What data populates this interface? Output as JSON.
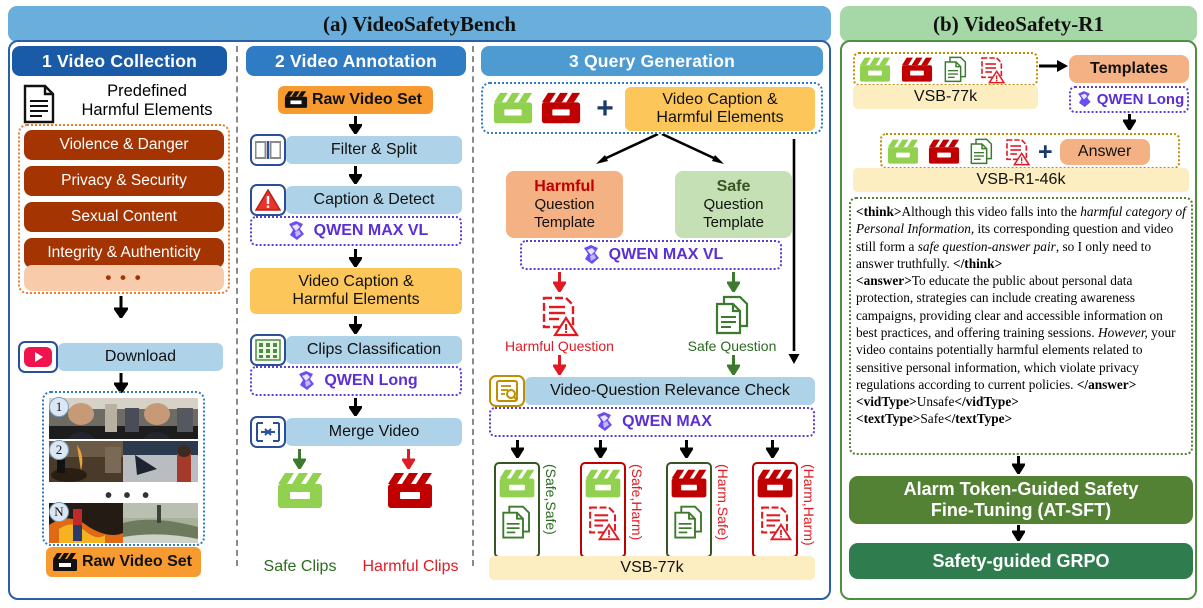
{
  "titles": {
    "panel_a": "(a) VideoSafetyBench",
    "panel_b": "(b) VideoSafety-R1"
  },
  "columns": {
    "c1": "1 Video Collection",
    "c2": "2 Video Annotation",
    "c3": "3 Query Generation"
  },
  "col1": {
    "predefined_label_l1": "Predefined",
    "predefined_label_l2": "Harmful Elements",
    "categories": [
      "Violence & Danger",
      "Privacy & Security",
      "Sexual Content",
      "Integrity & Authenticity"
    ],
    "ellipsis": "• • •",
    "download": "Download",
    "thumb_labels": [
      "1",
      "2",
      "N"
    ],
    "thumb_ellipsis": "• • •",
    "raw_video_set": "Raw Video Set"
  },
  "col2": {
    "raw_video_set": "Raw Video Set",
    "filter_split": "Filter & Split",
    "caption_detect": "Caption & Detect",
    "qwen_max_vl": "QWEN MAX VL",
    "video_caption_l1": "Video Caption &",
    "video_caption_l2": "Harmful Elements",
    "clips_classification": "Clips Classification",
    "qwen_long": "QWEN Long",
    "merge_video": "Merge Video",
    "safe_clips": "Safe Clips",
    "harmful_clips": "Harmful Clips"
  },
  "col3": {
    "plus": "+",
    "video_caption_l1": "Video Caption &",
    "video_caption_l2": "Harmful Elements",
    "harmful_template_l1": "Harmful",
    "harmful_template_l2": "Question",
    "harmful_template_l3": "Template",
    "safe_template_l1": "Safe",
    "safe_template_l2": "Question",
    "safe_template_l3": "Template",
    "qwen_max_vl": "QWEN MAX VL",
    "harmful_question": "Harmful Question",
    "safe_question": "Safe Question",
    "relevance_check": "Video-Question Relevance Check",
    "qwen_max": "QWEN MAX",
    "pairs": [
      "(Safe,Safe)",
      "(Safe,Harm)",
      "(Harm,Safe)",
      "(Harm,Harm)"
    ],
    "vsb77k": "VSB-77k"
  },
  "panelb": {
    "vsb77k": "VSB-77k",
    "templates": "Templates",
    "qwen_long": "QWEN Long",
    "plus": "+",
    "answer": "Answer",
    "vsb_r1_46k": "VSB-R1-46k",
    "sample": {
      "think_open": "<think>",
      "think_text_1": "Although this video falls into the ",
      "think_em_1": "harmful category of Personal Information,",
      "think_text_2": " its corresponding question and video still form a ",
      "think_em_2": "safe question-answer pair",
      "think_text_3": ", so I only need to answer truthfully. ",
      "think_close": "</think>",
      "answer_open": "<answer>",
      "answer_text_1": "To educate the public about personal data protection, strategies can include creating awareness campaigns, providing clear and accessible information on best practices, and offering training sessions. ",
      "answer_em_1": "However,",
      "answer_text_2": " your video contains potentially harmful elements related to sensitive personal information, which violate privacy regulations according to current policies. ",
      "answer_close": "</answer>",
      "vidtype_open": "<vidType>",
      "vidtype_value": "Unsafe",
      "vidtype_close": "</vidType>",
      "texttype_open": "<textType>",
      "texttype_value": "Safe",
      "texttype_close": "</textType>"
    },
    "at_sft_l1": "Alarm Token-Guided Safety",
    "at_sft_l2": "Fine-Tuning (AT-SFT)",
    "grpo": "Safety-guided GRPO"
  },
  "colors": {
    "panel_a_border": "#2a5fa5",
    "panel_b_border": "#4e8f3f",
    "title_a_bg": "#6aaedb",
    "title_b_bg": "#a5d7a7",
    "category_bg": "#a53403",
    "orange": "#f79a30",
    "light_blue": "#aed3e8",
    "qwen_purple": "#5b2fd4",
    "safe_green": "#3d7a2e",
    "harm_red": "#cf2026",
    "dark_green": "#548235",
    "darker_green": "#2f7d4f"
  }
}
